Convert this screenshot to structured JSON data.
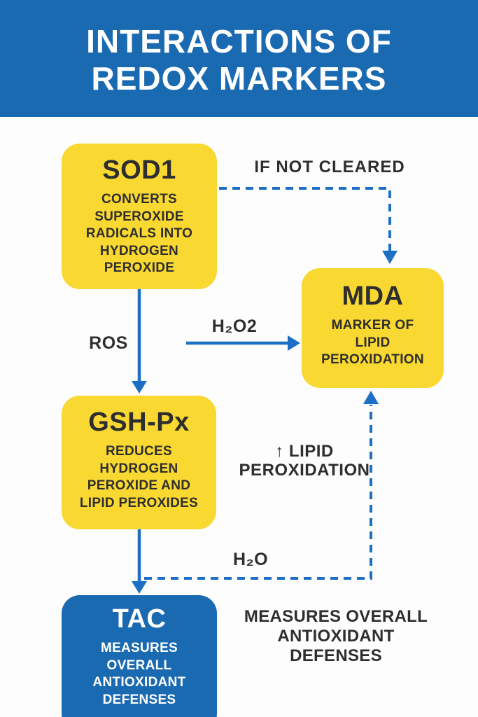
{
  "header": {
    "title_line1": "INTERACTIONS OF",
    "title_line2": "REDOX MARKERS"
  },
  "nodes": {
    "sod1": {
      "title": "SOD1",
      "desc_lines": [
        "CONVERTS",
        "SUPEROXIDE",
        "RADICALS INTO",
        "HYDROGEN",
        "PEROXIDE"
      ]
    },
    "mda": {
      "title": "MDA",
      "desc_lines": [
        "MARKER OF",
        "LIPID",
        "PEROXIDATION"
      ]
    },
    "gshpx": {
      "title": "GSH-Px",
      "desc_lines": [
        "REDUCES",
        "HYDROGEN",
        "PEROXIDE AND",
        "LIPID PEROXIDES"
      ]
    },
    "tac": {
      "title": "TAC",
      "desc_lines": [
        "MEASURES",
        "OVERALL",
        "ANTIOXIDANT",
        "DEFENSES"
      ]
    }
  },
  "labels": {
    "if_not_cleared": "IF NOT CLEARED",
    "ros": "ROS",
    "h2o2": "H₂O2",
    "lipid_line1": "↑ LIPID",
    "lipid_line2": "PEROXIDATION",
    "h2o": "H₂O",
    "tac_note_line1": "MEASURES OVERALL",
    "tac_note_line2": "ANTIOXIDANT DEFENSES"
  },
  "colors": {
    "header_blue": "#1a6ab2",
    "node_yellow": "#f9d832",
    "tac_blue": "#1a6ab2",
    "arrow_blue": "#1c6fc4",
    "text_dark": "#2e2e2e",
    "text_light": "#ffffff",
    "background": "#fdfdfd"
  }
}
